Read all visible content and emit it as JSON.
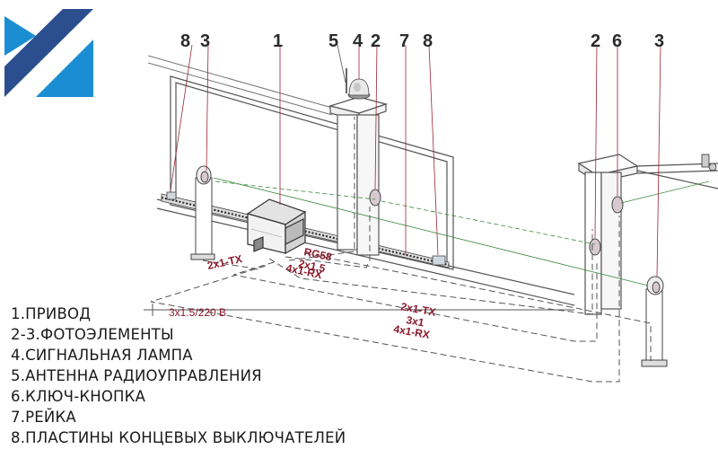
{
  "colors": {
    "logo_blue": "#1b8ed3",
    "logo_navy": "#2a4e8e",
    "line_gray": "#555555",
    "wire_red": "#9b2335",
    "wire_green": "#3e8a3e"
  },
  "logo": {
    "icon": "company-logo-icon"
  },
  "callouts": {
    "c8a": "8",
    "c3a": "3",
    "c1": "1",
    "c5": "5",
    "c4": "4",
    "c2a": "2",
    "c7": "7",
    "c8b": "8",
    "c2b": "2",
    "c6": "6",
    "c3b": "3"
  },
  "wire_labels": {
    "rg58": "RG58",
    "w2x15": "2x1.5",
    "w4x1rx_top": "4x1-RX",
    "w2x1tx_left": "2x1-TX",
    "power": "3x1.5/220 В",
    "w2x1tx_right": "2x1-TX",
    "w3x1": "3x1",
    "w4x1rx_right": "4x1-RX"
  },
  "legend": [
    "1.ПРИВОД",
    "2-3.ФОТОЭЛЕМЕНТЫ",
    "4.СИГНАЛЬНАЯ ЛАМПА",
    "5.АНТЕННА РАДИОУПРАВЛЕНИЯ",
    "6.КЛЮЧ-КНОПКА",
    "7.РЕЙКА",
    "8.ПЛАСТИНЫ КОНЦЕВЫХ ВЫКЛЮЧАТЕЛЕЙ"
  ]
}
